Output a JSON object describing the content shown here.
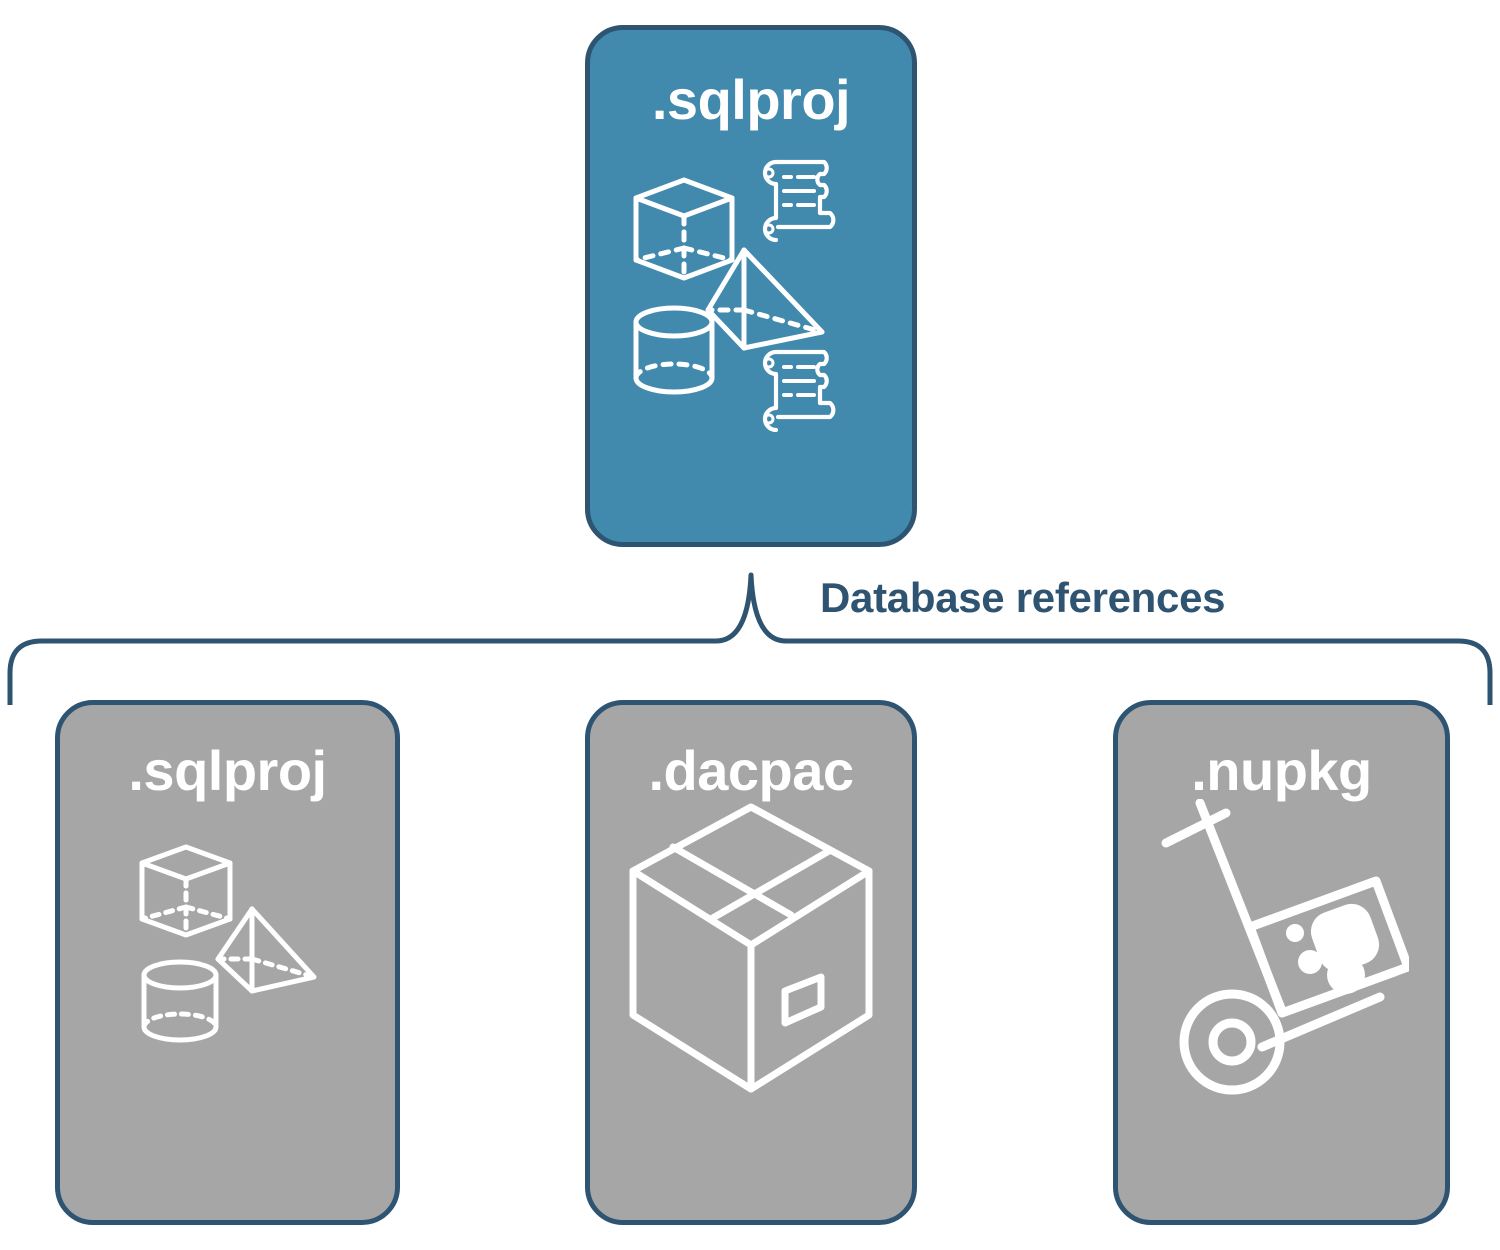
{
  "diagram": {
    "title_text": "Database references",
    "colors": {
      "primary_fill": "#4189AD",
      "reference_fill": "#A6A6A6",
      "border": "#2E5472",
      "icon_stroke": "#FFFFFF",
      "label_text": "#2E5472",
      "background": "#FFFFFF"
    }
  },
  "primary": {
    "label": ".sqlproj",
    "icons": [
      "cube-icon",
      "scroll-icon",
      "pyramid-icon",
      "cylinder-icon",
      "scroll-icon"
    ]
  },
  "connector": {
    "label": "Database references",
    "type": "bracket"
  },
  "references": [
    {
      "id": "sqlproj",
      "label": ".sqlproj",
      "icons": [
        "cube-icon",
        "pyramid-icon",
        "cylinder-icon"
      ]
    },
    {
      "id": "dacpac",
      "label": ".dacpac",
      "icons": [
        "package-box-icon"
      ]
    },
    {
      "id": "nupkg",
      "label": ".nupkg",
      "icons": [
        "hand-truck-icon",
        "nuget-package-icon"
      ]
    }
  ]
}
